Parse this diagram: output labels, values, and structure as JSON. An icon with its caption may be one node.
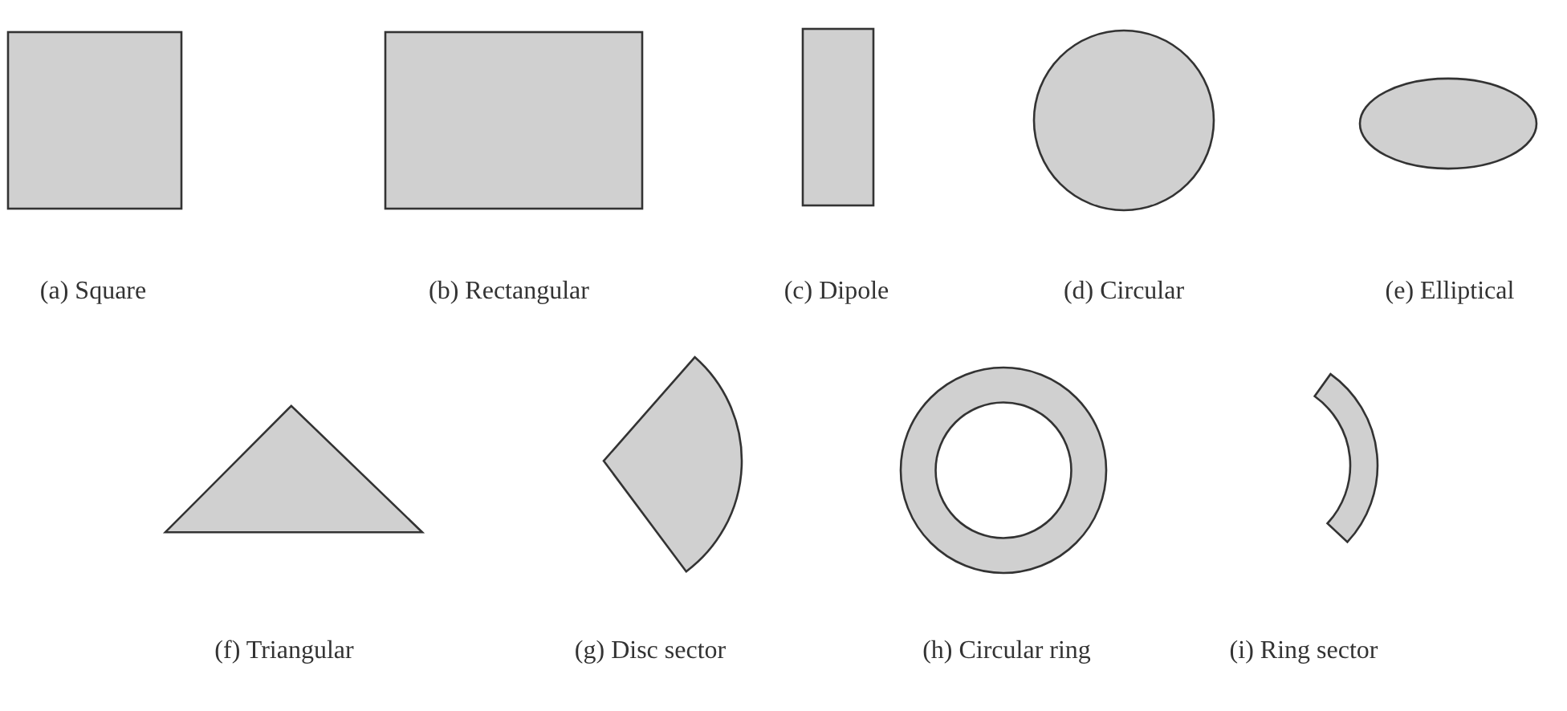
{
  "diagram": {
    "nodes": [
      {
        "text": [],
        "shape": "box"
      },
      {
        "text": [],
        "shape": "box"
      },
      {
        "text": [],
        "shape": "box"
      },
      {
        "text": [],
        "shape": "circle"
      },
      {
        "text": [],
        "shape": "ellipse"
      },
      {
        "text": [],
        "shape": "triangle"
      },
      {
        "text": [],
        "shape": "sector"
      },
      {
        "text": [],
        "shape": "ring"
      },
      {
        "text": [],
        "shape": "ring-sector"
      }
    ],
    "labels": [
      "(a) Square",
      "(b) Rectangular",
      "(c) Dipole",
      "(d) Circular",
      "(e) Elliptical",
      "(f) Triangular",
      "(g) Disc sector",
      "(h) Circular ring",
      "(i) Ring sector"
    ]
  }
}
